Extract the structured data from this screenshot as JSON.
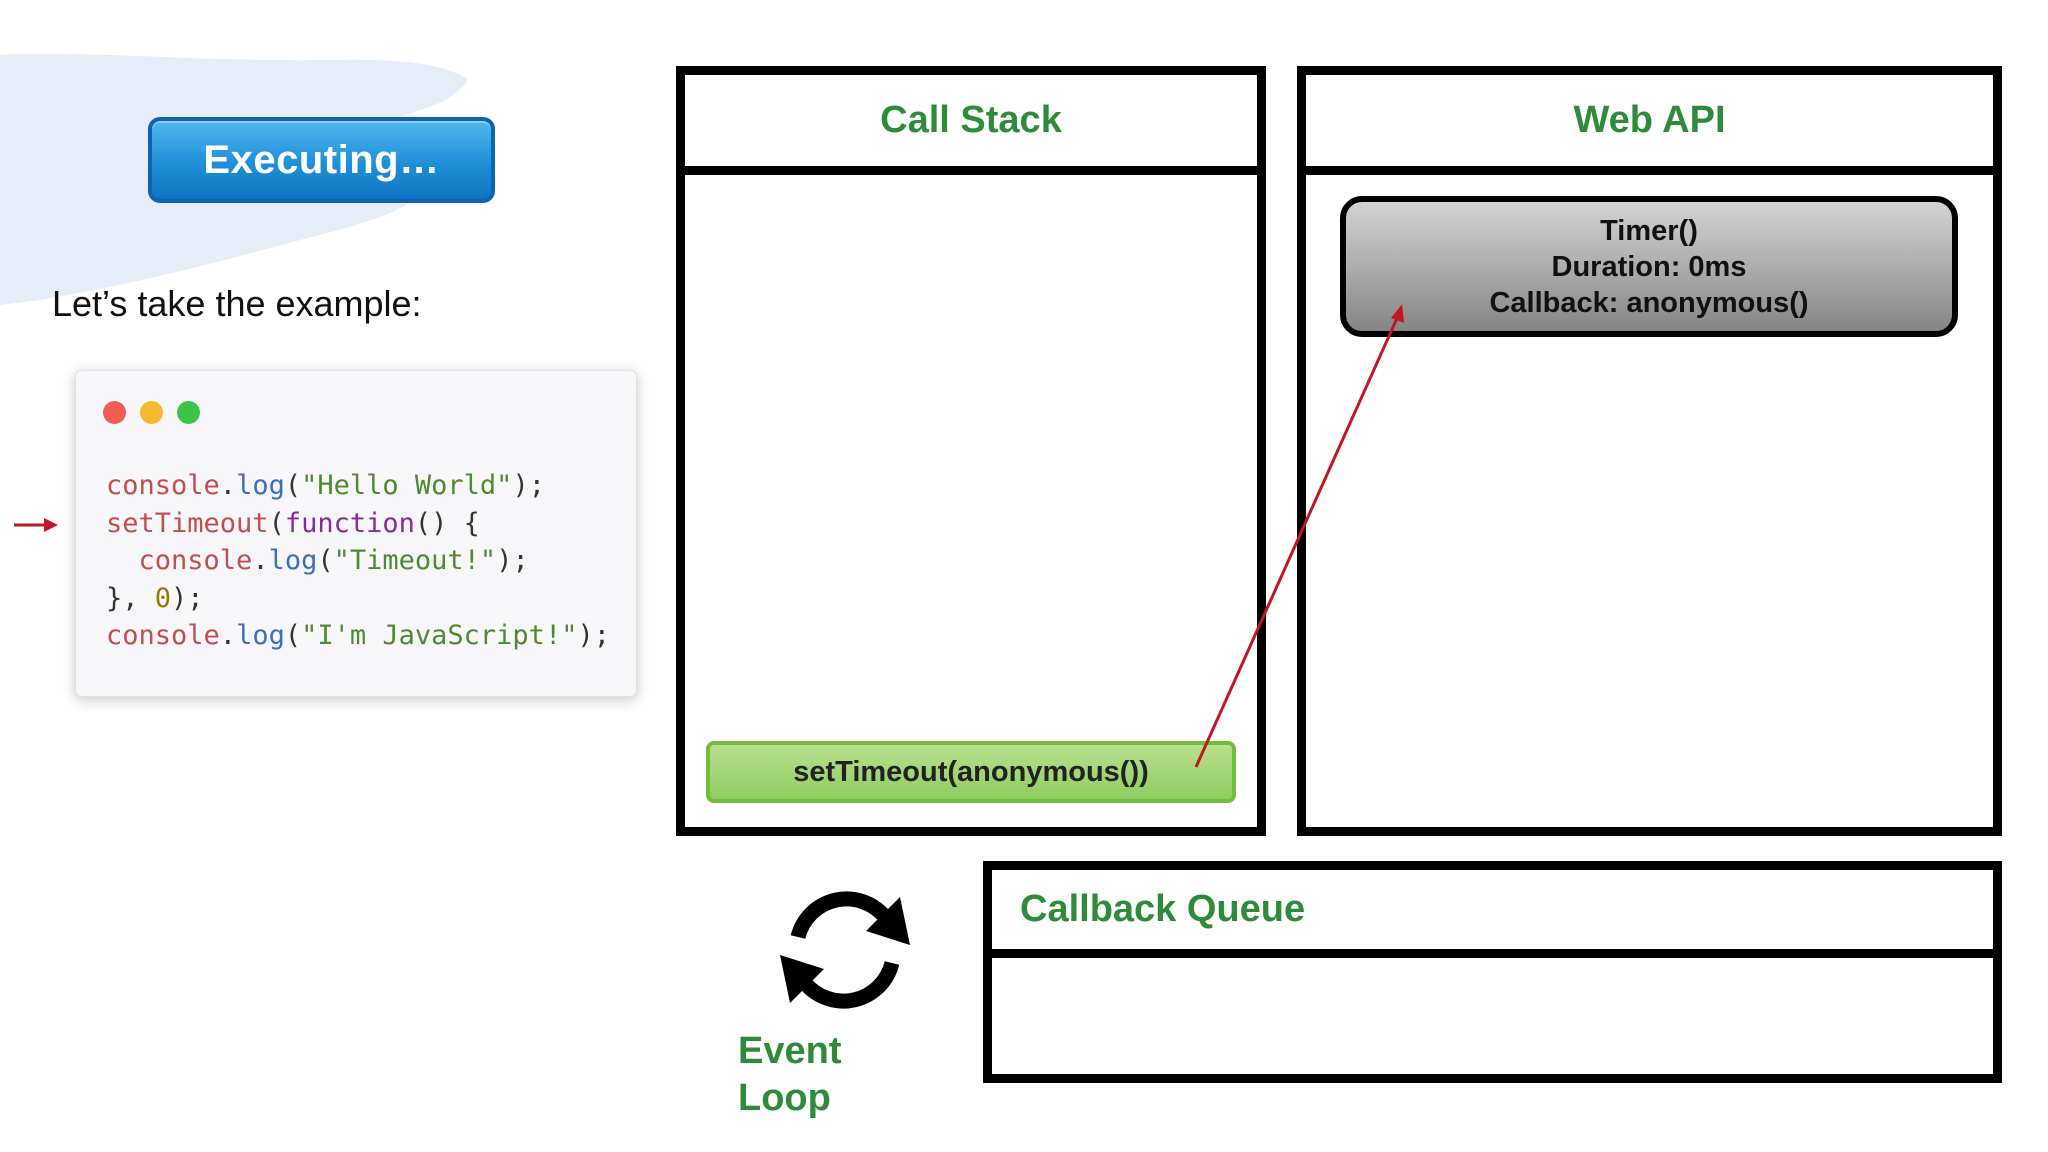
{
  "status": {
    "label": "Executing…"
  },
  "intro": {
    "text": "Let’s take the example:"
  },
  "code": {
    "lines": [
      [
        {
          "t": "console",
          "c": "tok-obj"
        },
        {
          "t": ".",
          "c": "tok-punct"
        },
        {
          "t": "log",
          "c": "tok-method"
        },
        {
          "t": "(",
          "c": "tok-punct"
        },
        {
          "t": "\"Hello World\"",
          "c": "tok-str"
        },
        {
          "t": ");",
          "c": "tok-punct"
        }
      ],
      [
        {
          "t": "setTimeout",
          "c": "tok-obj"
        },
        {
          "t": "(",
          "c": "tok-punct"
        },
        {
          "t": "function",
          "c": "tok-kw"
        },
        {
          "t": "() {",
          "c": "tok-punct"
        }
      ],
      [
        {
          "t": "  console",
          "c": "tok-obj"
        },
        {
          "t": ".",
          "c": "tok-punct"
        },
        {
          "t": "log",
          "c": "tok-method"
        },
        {
          "t": "(",
          "c": "tok-punct"
        },
        {
          "t": "\"Timeout!\"",
          "c": "tok-str"
        },
        {
          "t": ");",
          "c": "tok-punct"
        }
      ],
      [
        {
          "t": "}, ",
          "c": "tok-punct"
        },
        {
          "t": "0",
          "c": "tok-num"
        },
        {
          "t": ");",
          "c": "tok-punct"
        }
      ],
      [
        {
          "t": "console",
          "c": "tok-obj"
        },
        {
          "t": ".",
          "c": "tok-punct"
        },
        {
          "t": "log",
          "c": "tok-method"
        },
        {
          "t": "(",
          "c": "tok-punct"
        },
        {
          "t": "\"I'm JavaScript!\"",
          "c": "tok-str"
        },
        {
          "t": ");",
          "c": "tok-punct"
        }
      ]
    ],
    "current_line": 2
  },
  "call_stack": {
    "title": "Call Stack",
    "frames": [
      "setTimeout(anonymous())"
    ]
  },
  "web_api": {
    "title": "Web API",
    "timer": {
      "name": "Timer()",
      "duration": "Duration: 0ms",
      "callback": "Callback: anonymous()"
    }
  },
  "callback_queue": {
    "title": "Callback Queue"
  },
  "event_loop": {
    "line1": "Event",
    "line2": "Loop"
  },
  "colors": {
    "heading_green": "#2e8b3a",
    "badge_blue": "#1f8fd8",
    "frame_green": "#8fcd5f",
    "arrow_red": "#c0181e"
  },
  "icons": [
    "current-line-arrow-icon",
    "event-loop-cycle-icon",
    "window-controls"
  ]
}
